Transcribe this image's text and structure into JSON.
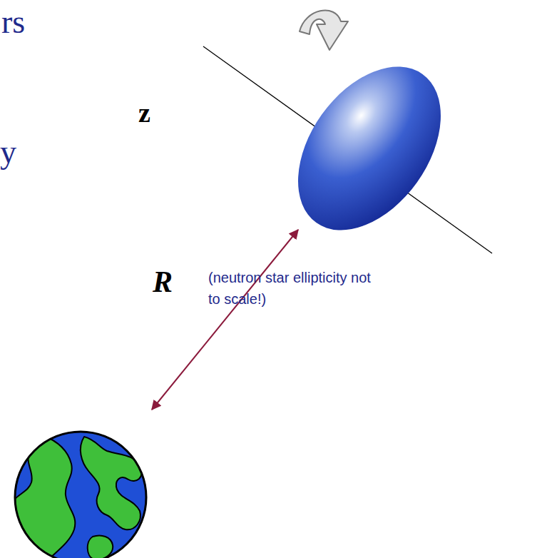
{
  "diagram": {
    "labels": [
      "rs",
      "y",
      "z",
      "R",
      "(neutron star ellipticity not to scale!)"
    ]
  }
}
